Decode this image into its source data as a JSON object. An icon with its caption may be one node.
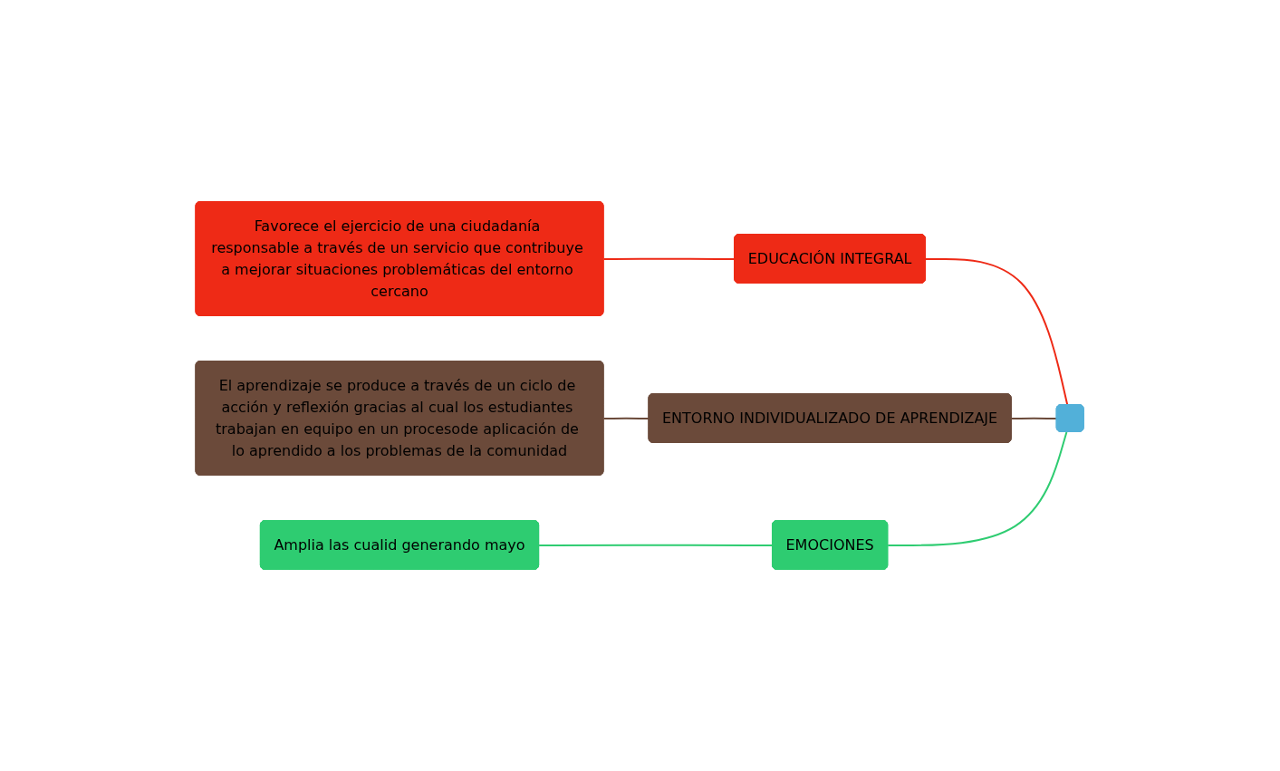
{
  "diagram": {
    "nodes": [
      {
        "text": [],
        "shape": "box"
      },
      {
        "text": [
          "EDUCACIÓN INTEGRAL"
        ]
      },
      {
        "text": [
          "Favorece el ejercicio de una ciudadanía responsable a través de un servicio que contribuye a mejorar situaciones problemáticas del entorno cercano"
        ]
      },
      {
        "text": [
          "ENTORNO INDIVIDUALIZADO DE APRENDIZAJE"
        ]
      },
      {
        "text": [
          "El aprendizaje se produce a través de un ciclo de acción y reflexión gracias al cual los estudiantes trabajan en equipo en un procesode aplicación de lo aprendido a los problemas de la comunidad"
        ]
      },
      {
        "text": [
          "EMOCIONES"
        ]
      },
      {
        "text": [
          "Amplia las cualid generando mayo"
        ]
      }
    ],
    "edges": [
      {
        "from": 0,
        "to": 1,
        "arrow": "none",
        "color": "#ee2a16"
      },
      {
        "from": 1,
        "to": 2,
        "arrow": "none",
        "color": "#ee2a16"
      },
      {
        "from": 0,
        "to": 3,
        "arrow": "none",
        "color": "#6b4a3a"
      },
      {
        "from": 3,
        "to": 4,
        "arrow": "none",
        "color": "#6b4a3a"
      },
      {
        "from": 0,
        "to": 5,
        "arrow": "none",
        "color": "#2ecc71"
      },
      {
        "from": 5,
        "to": 6,
        "arrow": "none",
        "color": "#2ecc71"
      }
    ]
  }
}
